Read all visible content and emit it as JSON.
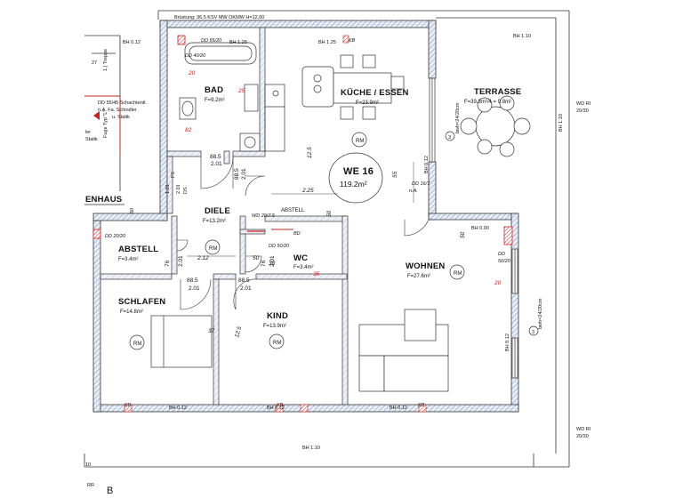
{
  "header": {
    "bruestung": "Brüstung: 36,5 KSV MW   OKMW H=12,60"
  },
  "unit": {
    "name": "WE 16",
    "area": "119.2m²"
  },
  "rooms": {
    "bad": {
      "name": "BAD",
      "area": "F=9.2m²"
    },
    "kueche": {
      "name": "KÜCHE / ESSEN",
      "area": "F=23.9m²"
    },
    "terrasse": {
      "name": "TERRASSE",
      "area": "F=39.3m²/4 = 9.8m²"
    },
    "diele": {
      "name": "DIELE",
      "area": "F=13.2m²"
    },
    "abstell_flur": {
      "name": "ABSTELL"
    },
    "abstell": {
      "name": "ABSTELL",
      "area": "F=3.4m²"
    },
    "wc": {
      "name": "WC",
      "area": "F=3.4m²"
    },
    "wohnen": {
      "name": "WOHNEN",
      "area": "F=27.6m²"
    },
    "schlafen": {
      "name": "SCHLAFEN",
      "area": "F=14.8m²"
    },
    "kind": {
      "name": "KIND",
      "area": "F=13.9m²"
    }
  },
  "bh": {
    "top_left": "BH 0.12",
    "top_bad": "BH 1.25",
    "top_kueche": "BH 1.25",
    "terrace_top": "BH 1.10",
    "terrace_right": "BH 1.10",
    "bh000": "BH 0.00",
    "bottom1": "BH 0.12",
    "bottom2": "BH 0.12",
    "bottom3": "BH 0.12",
    "bottom_outer": "BH 1.10",
    "wall_kueche": "BH 0.12",
    "wall_wohnen": "BH 0.12"
  },
  "kb": {
    "k1": "KB",
    "k2": "KB",
    "k3": "KB",
    "k4": "KB"
  },
  "labels": {
    "rm": "RM",
    "dd_top1": "DD 55/20",
    "dd_top2": "DD 40/20",
    "dd_top3": "DD 20/20",
    "dd_diele": "DD 16/7",
    "dd_diele_na": "n.A.",
    "wd_abstell": "WD 20/7.5",
    "dd_wc1": "DD 50/20",
    "bd": "BD",
    "dd_abst": "DD 20/20",
    "dd_wohnen": "DD",
    "dd_wohnen_size": "50/20",
    "wd_right1": "WD RI",
    "wd_right1b": "20/30",
    "wd_right2": "WD RI",
    "wd_right2b": "20/30",
    "bwh1": "bwh=24/20cm",
    "bwh2": "bwh=24/20cm",
    "circle3": "3",
    "enhaus": "ENHAUS",
    "treppe": "1.) Treppe",
    "bh012_left": "BH 0.12",
    "dd_schacht": "DD 55/45 Schachtentl.",
    "dd_schacht2": "n.A. Fa. Schindler",
    "dd_schacht3": "u. Statik",
    "fuge": "Fuge Typ \"L\"",
    "frag1": "27",
    "frag2": "ler",
    "frag3": "Statik",
    "side_rr": "RR",
    "side_b": "B",
    "side_10": "10",
    "dim_50": "50",
    "ds": "DS",
    "fs": "FS",
    "d101": "1.01",
    "d201": "2.01"
  },
  "dims": {
    "d_bad_w": "88.5",
    "d_bad_h": "2.01",
    "d_diele_v": "88.5",
    "d_diele_v2": "2.01",
    "d_abst_h": "76",
    "d_abst_h2": "2.01",
    "d_wc_v": "76",
    "d_wc_v2": "2.01",
    "d_schl_w": "88.5",
    "d_schl_h": "2.01",
    "d_kind_w": "88.5",
    "d_kind_h": "2.01",
    "d_225": "2.25",
    "d_212": "2.12",
    "d_125": "12.5",
    "d_125b": "12.5",
    "d_55": "55",
    "d_20a": "20",
    "d_20b": "20",
    "d_82": "82",
    "d_50a": "50",
    "d_50b": "50",
    "d_50c": "50",
    "d_30": "30",
    "d_35": "35",
    "d_37": "37",
    "d_25": "25"
  }
}
